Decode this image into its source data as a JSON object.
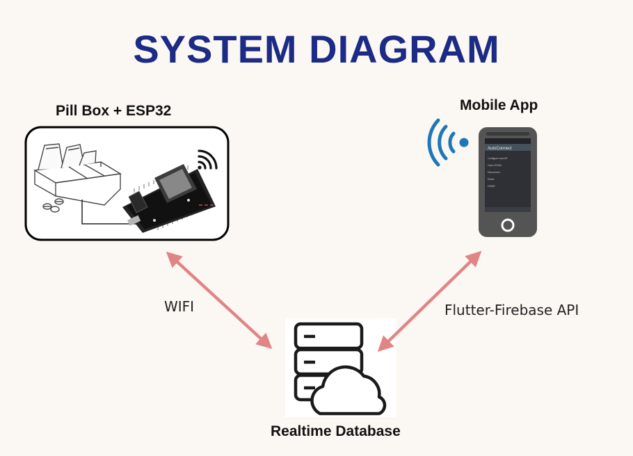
{
  "title": "SYSTEM DIAGRAM",
  "nodes": {
    "pillbox": {
      "label": "Pill Box + ESP32"
    },
    "mobile": {
      "label": "Mobile App",
      "screen_header": "AutoConnect",
      "menu_items": [
        "Configure new AP",
        "Open SSIDs",
        "Disconnect",
        "Reset",
        "HOME"
      ]
    },
    "database": {
      "label": "Realtime Database"
    }
  },
  "edges": {
    "wifi": {
      "label": "WIFI"
    },
    "api": {
      "label": "Flutter-Firebase API"
    }
  },
  "colors": {
    "title": "#1b2b86",
    "arrow": "#e08585",
    "wifi_signal": "#1d77b8",
    "phone_body": "#545454",
    "phone_screen": "#2e3035"
  }
}
